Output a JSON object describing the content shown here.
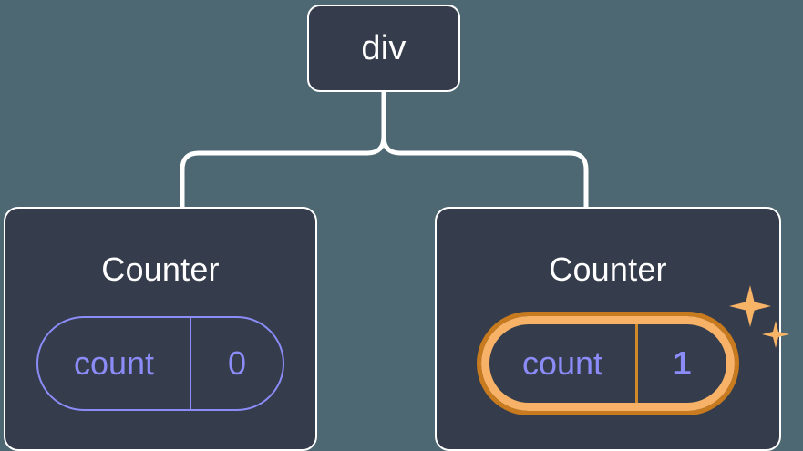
{
  "diagram": {
    "type": "component-tree",
    "background_color": "#4d6872",
    "node_fill": "#353c4c",
    "node_border": "#ffffff",
    "accent_state": "#8b8cf8",
    "accent_highlight": "#f7b267",
    "accent_highlight_outer": "#c87a1e"
  },
  "root": {
    "label": "div"
  },
  "children": [
    {
      "title": "Counter",
      "state": {
        "key": "count",
        "value": "0"
      },
      "highlighted": false
    },
    {
      "title": "Counter",
      "state": {
        "key": "count",
        "value": "1"
      },
      "highlighted": true,
      "sparkle_icons": [
        "sparkle-large-icon",
        "sparkle-small-icon"
      ]
    }
  ]
}
